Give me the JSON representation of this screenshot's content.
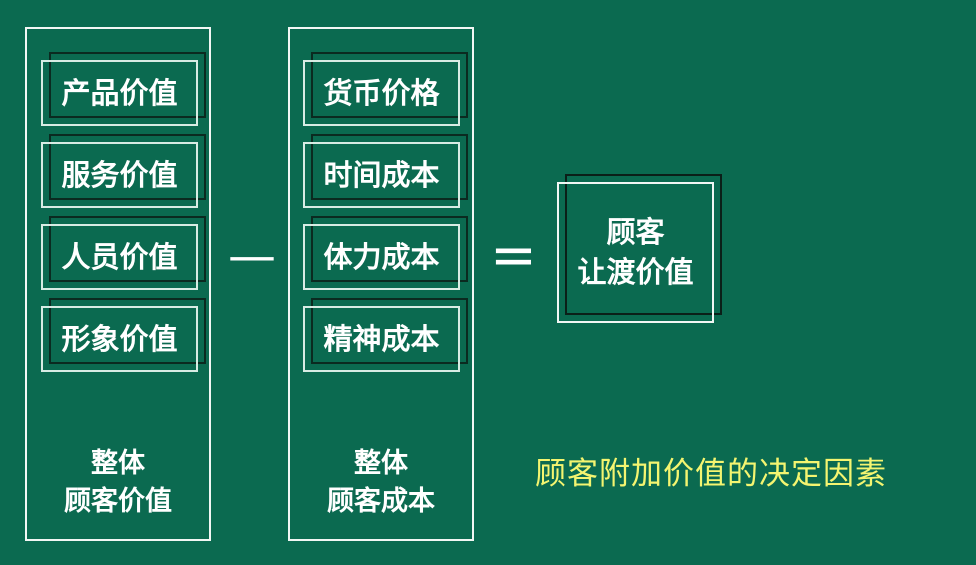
{
  "left_group": {
    "items": [
      "产品价值",
      "服务价值",
      "人员价值",
      "形象价值"
    ],
    "footer_line1": "整体",
    "footer_line2": "顾客价值"
  },
  "minus_symbol": "—",
  "middle_group": {
    "items": [
      "货币价格",
      "时间成本",
      "体力成本",
      "精神成本"
    ],
    "footer_line1": "整体",
    "footer_line2": "顾客成本"
  },
  "equals_symbol": "=",
  "result": {
    "line1": "顾客",
    "line2": "让渡价值"
  },
  "caption": "顾客附加价值的决定因素",
  "colors": {
    "background": "#0b6a50",
    "caption": "#f4f570"
  }
}
